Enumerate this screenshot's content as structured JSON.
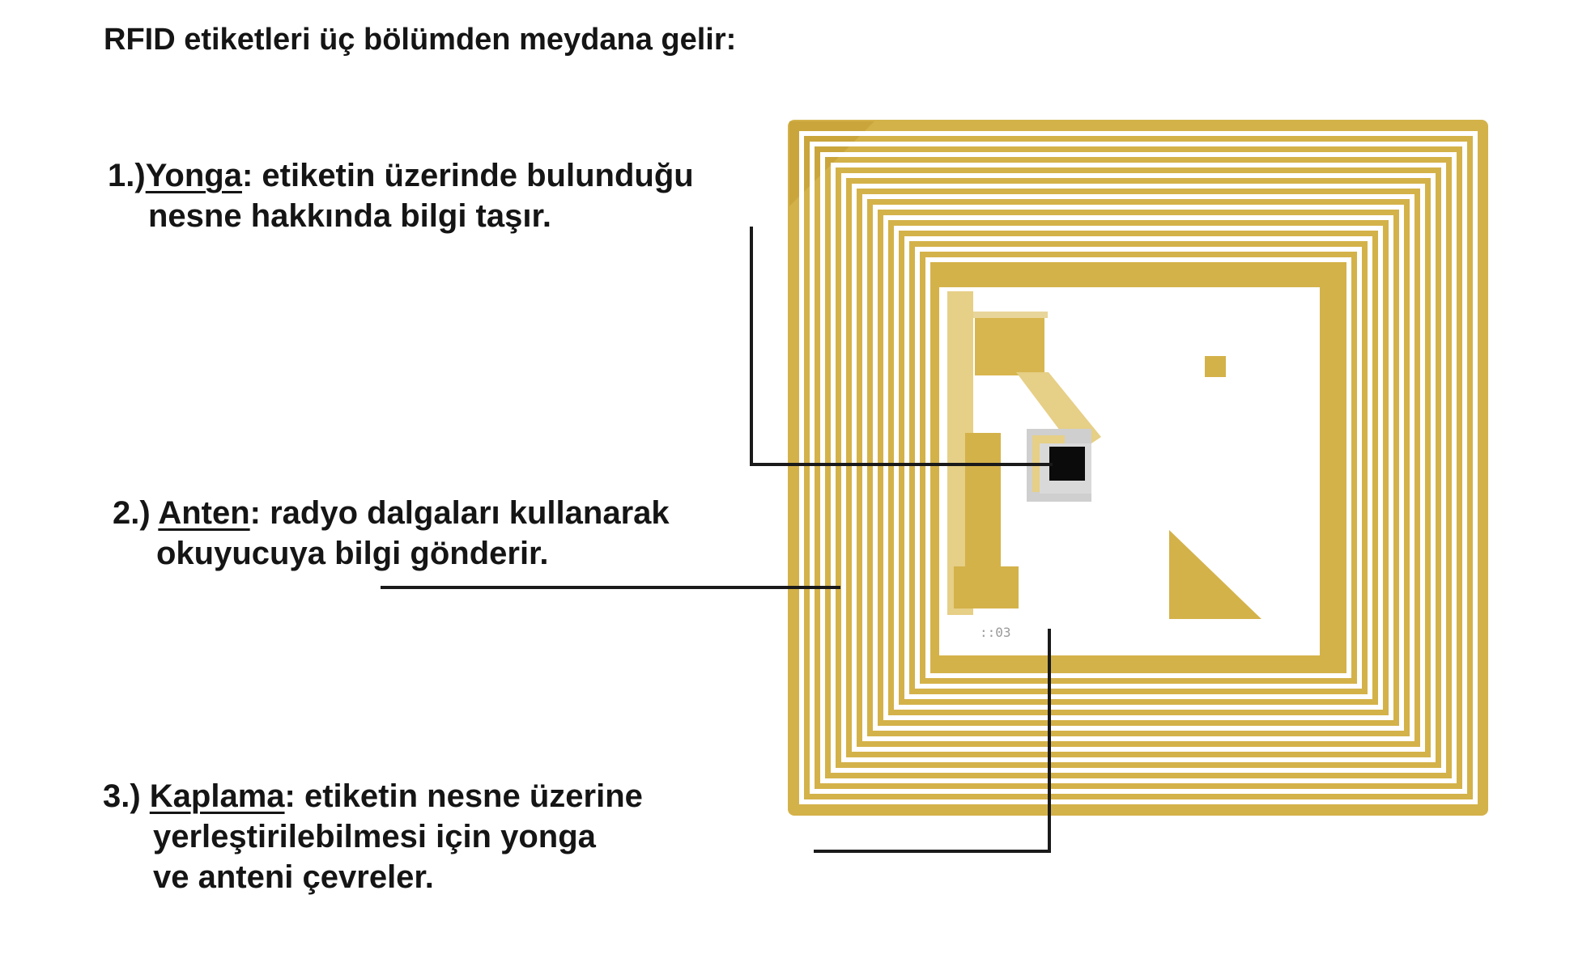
{
  "heading": "RFID etiketleri üç bölümden meydana gelir:",
  "parts": [
    {
      "number": "1.)",
      "term": "Yonga",
      "line1_rest": ": etiketin üzerinde bulunduğu",
      "line2": "nesne hakkında bilgi taşır."
    },
    {
      "number": "2.) ",
      "term": "Anten",
      "line1_rest": ": radyo dalgaları kullanarak",
      "line2": "okuyucuya bilgi gönderir."
    },
    {
      "number": "3.) ",
      "term": "Kaplama",
      "line1_rest": ": etiketin nesne üzerine",
      "line2": "yerleştirilebilmesi için yonga",
      "line3": "ve anteni çevreler."
    }
  ],
  "colors": {
    "antenna_gold": "#d4b24a",
    "antenna_light": "#e6cf86",
    "chip": "#0b0b0b",
    "leader_line": "#1a1a1a",
    "background": "#ffffff"
  }
}
